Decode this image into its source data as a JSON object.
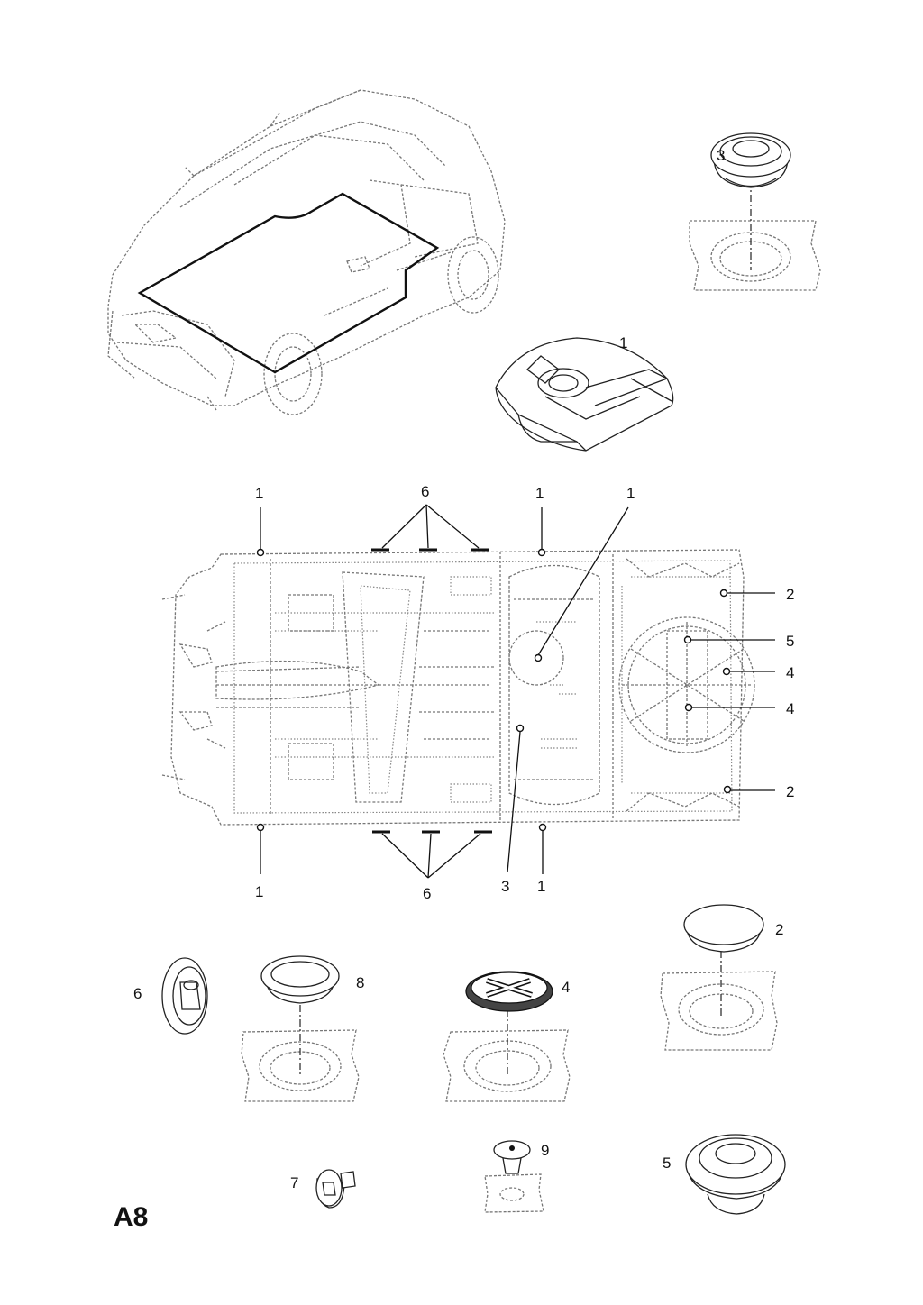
{
  "sheet_code": "A8",
  "callouts": {
    "c1_a": "1",
    "c1_b": "1",
    "c1_c": "1",
    "c1_d": "1",
    "c1_e": "1",
    "c1_f": "1",
    "c2_a": "2",
    "c2_b": "2",
    "c2_c": "2",
    "c3_a": "3",
    "c3_b": "3",
    "c4_a": "4",
    "c4_b": "4",
    "c4_c": "4",
    "c5_a": "5",
    "c5_b": "5",
    "c6_a": "6",
    "c6_b": "6",
    "c6_c": "6",
    "c7": "7",
    "c8": "8",
    "c9": "9"
  }
}
